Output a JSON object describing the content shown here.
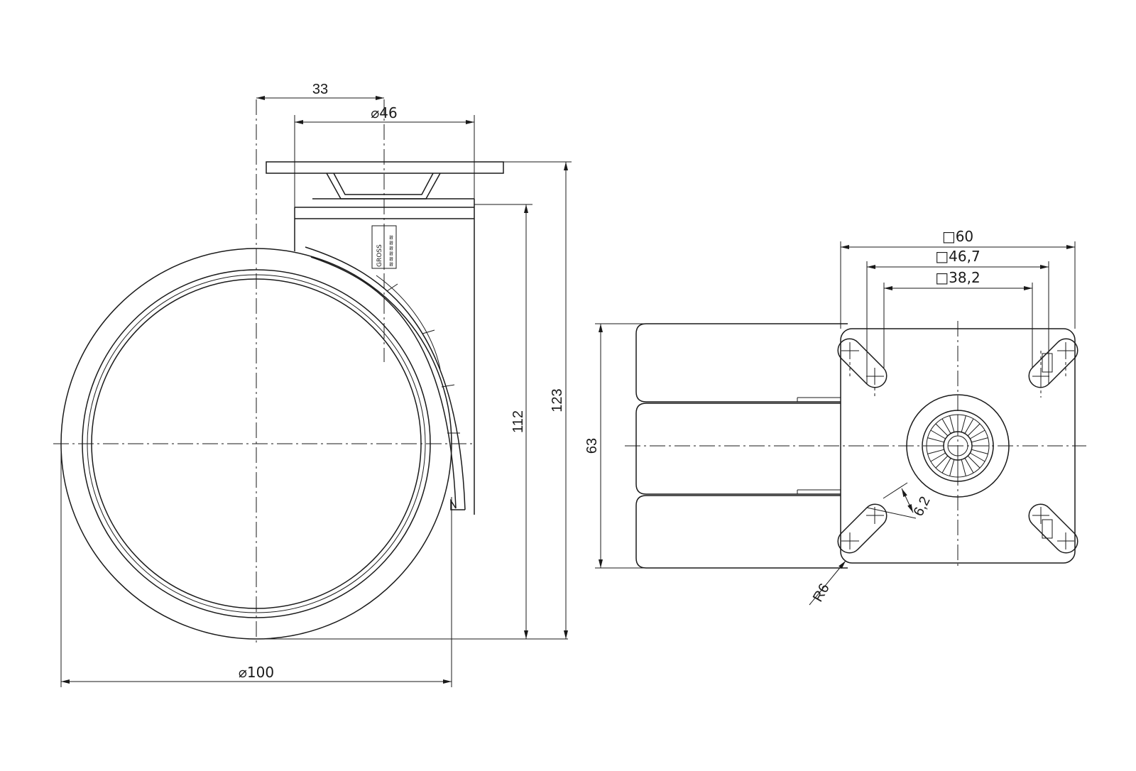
{
  "side_view": {
    "offset_dimension": "33",
    "plate_dimension": "⌀46",
    "wheel_diameter": "⌀100",
    "height_to_housing": "112",
    "overall_height": "123",
    "logo_text": "GROSS"
  },
  "plan_view": {
    "plate_outer": "□60",
    "hole_spacing_outer": "□46,7",
    "hole_spacing_inner": "□38,2",
    "width": "63",
    "slot_width": "6,2",
    "corner_radius": "R6"
  }
}
